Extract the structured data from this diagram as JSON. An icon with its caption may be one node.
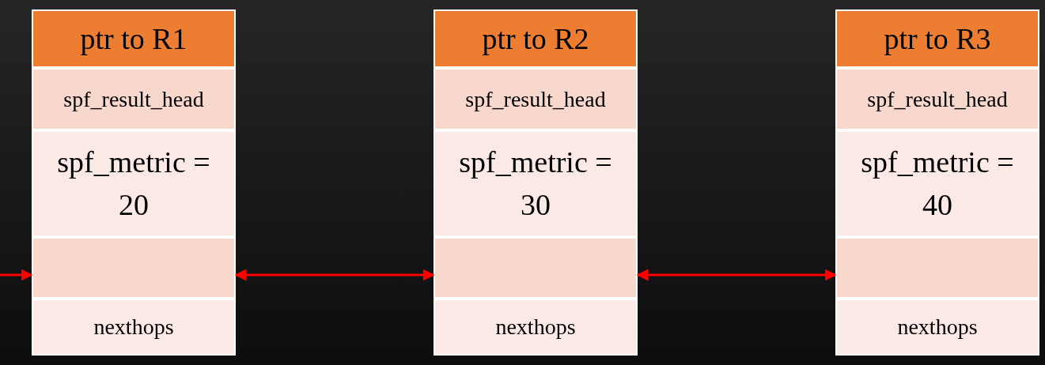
{
  "diagram": {
    "nodes": [
      {
        "text": [
          "ptr to R1"
        ]
      },
      {
        "text": [
          "spf_result_head"
        ]
      },
      {
        "text": [
          "spf_metric = 20"
        ]
      },
      {
        "text": [],
        "shape": "box"
      },
      {
        "text": [
          "nexthops"
        ]
      },
      {
        "text": [
          "ptr to R2"
        ]
      },
      {
        "text": [
          "spf_result_head"
        ]
      },
      {
        "text": [
          "spf_metric = 30"
        ]
      },
      {
        "text": [],
        "shape": "box"
      },
      {
        "text": [
          "nexthops"
        ]
      },
      {
        "text": [
          "ptr to R3"
        ]
      },
      {
        "text": [
          "spf_result_head"
        ]
      },
      {
        "text": [
          "spf_metric = 40"
        ]
      },
      {
        "text": [],
        "shape": "box"
      },
      {
        "text": [
          "nexthops"
        ]
      }
    ],
    "edges": [
      {
        "from": null,
        "to": 3,
        "arrow": "to",
        "color": "#ff0000"
      },
      {
        "from": 3,
        "to": 8,
        "arrow": "both",
        "color": "#ff0000"
      },
      {
        "from": 8,
        "to": 13,
        "arrow": "both",
        "color": "#ff0000"
      }
    ]
  }
}
